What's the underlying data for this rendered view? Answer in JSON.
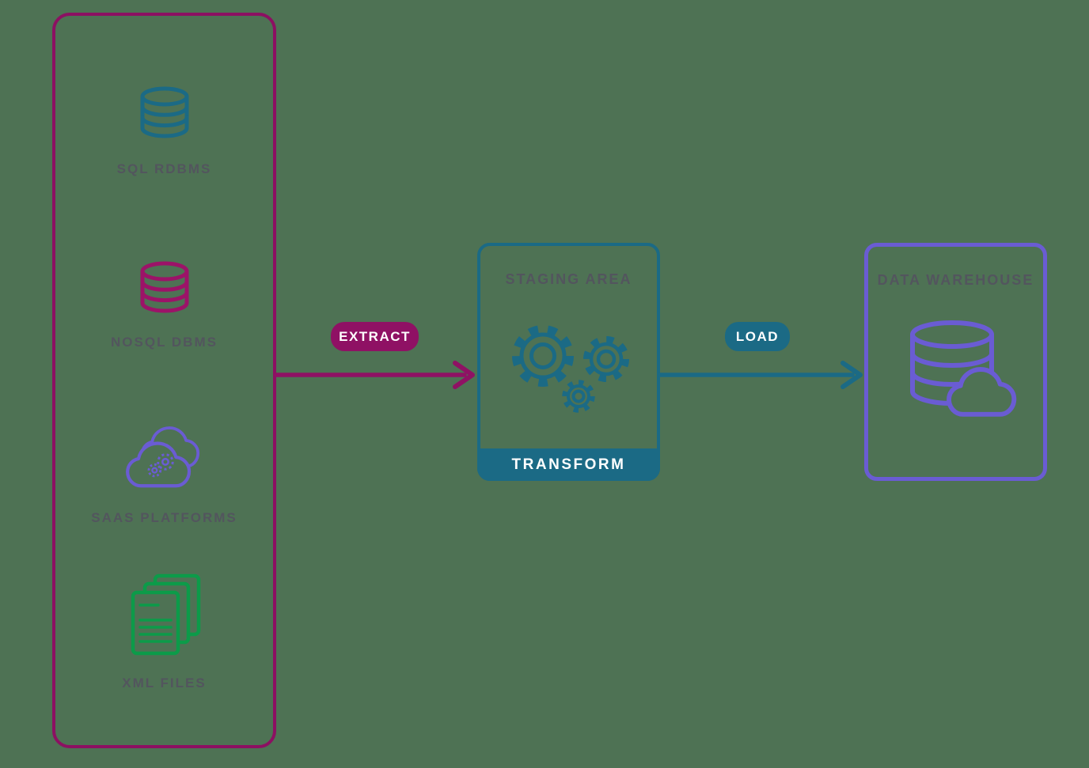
{
  "background_color": "#4e7254",
  "palette": {
    "magenta_border": "#8c1062",
    "magenta_icon": "#9c1368",
    "magenta_pill": "#8f1164",
    "teal": "#1b6a85",
    "purple": "#6a5cd3",
    "green": "#0c9b49",
    "label_gray": "#53555e",
    "pill_text": "#ffffff"
  },
  "sources": {
    "items": [
      {
        "label": "SQL RDBMS",
        "icon": "database-icon",
        "icon_color": "#1b6a85"
      },
      {
        "label": "NOSQL DBMS",
        "icon": "database-icon",
        "icon_color": "#9c1368"
      },
      {
        "label": "SAAS PLATFORMS",
        "icon": "cloud-gears-icon",
        "icon_color": "#6a5cd3"
      },
      {
        "label": "XML FILES",
        "icon": "documents-icon",
        "icon_color": "#0c9b49"
      }
    ]
  },
  "flows": [
    {
      "label": "EXTRACT",
      "color": "#8f1164",
      "direction": "sources-to-staging"
    },
    {
      "label": "LOAD",
      "color": "#1b6a85",
      "direction": "staging-to-warehouse"
    }
  ],
  "staging": {
    "title": "STAGING AREA",
    "banner_label": "TRANSFORM",
    "icon": "gears-icon",
    "border_color": "#1b6a85"
  },
  "warehouse": {
    "title": "DATA WAREHOUSE",
    "icon": "database-cloud-icon",
    "border_color": "#6a5cd3"
  }
}
